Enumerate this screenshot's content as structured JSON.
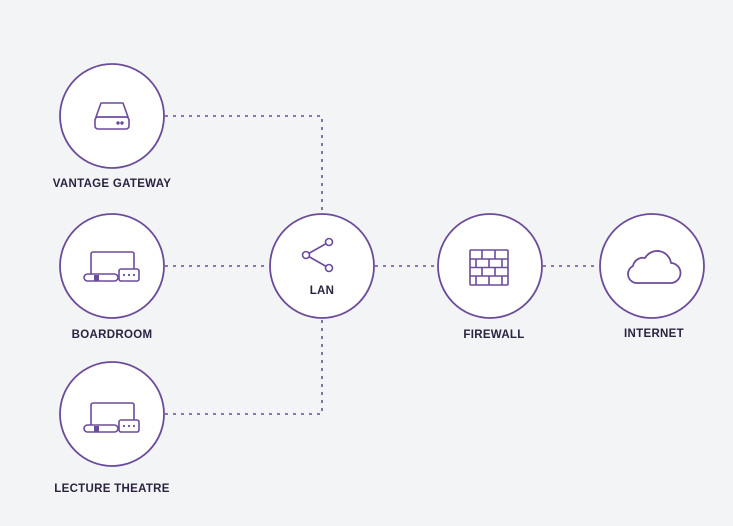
{
  "colors": {
    "accent": "#6b4c9a",
    "circle_fill": "#ffffff",
    "label_text": "#2b2340",
    "background": "#f3f4f6"
  },
  "nodes": {
    "vantage_gateway": {
      "label": "VANTAGE GATEWAY",
      "icon": "hard-drive-icon"
    },
    "boardroom": {
      "label": "BOARDROOM",
      "icon": "monitor-device-icon"
    },
    "lecture_theatre": {
      "label": "LECTURE THEATRE",
      "icon": "monitor-device-icon"
    },
    "lan": {
      "label": "LAN",
      "icon": "share-network-icon"
    },
    "firewall": {
      "label": "FIREWALL",
      "icon": "brick-wall-icon"
    },
    "internet": {
      "label": "INTERNET",
      "icon": "cloud-icon"
    }
  }
}
